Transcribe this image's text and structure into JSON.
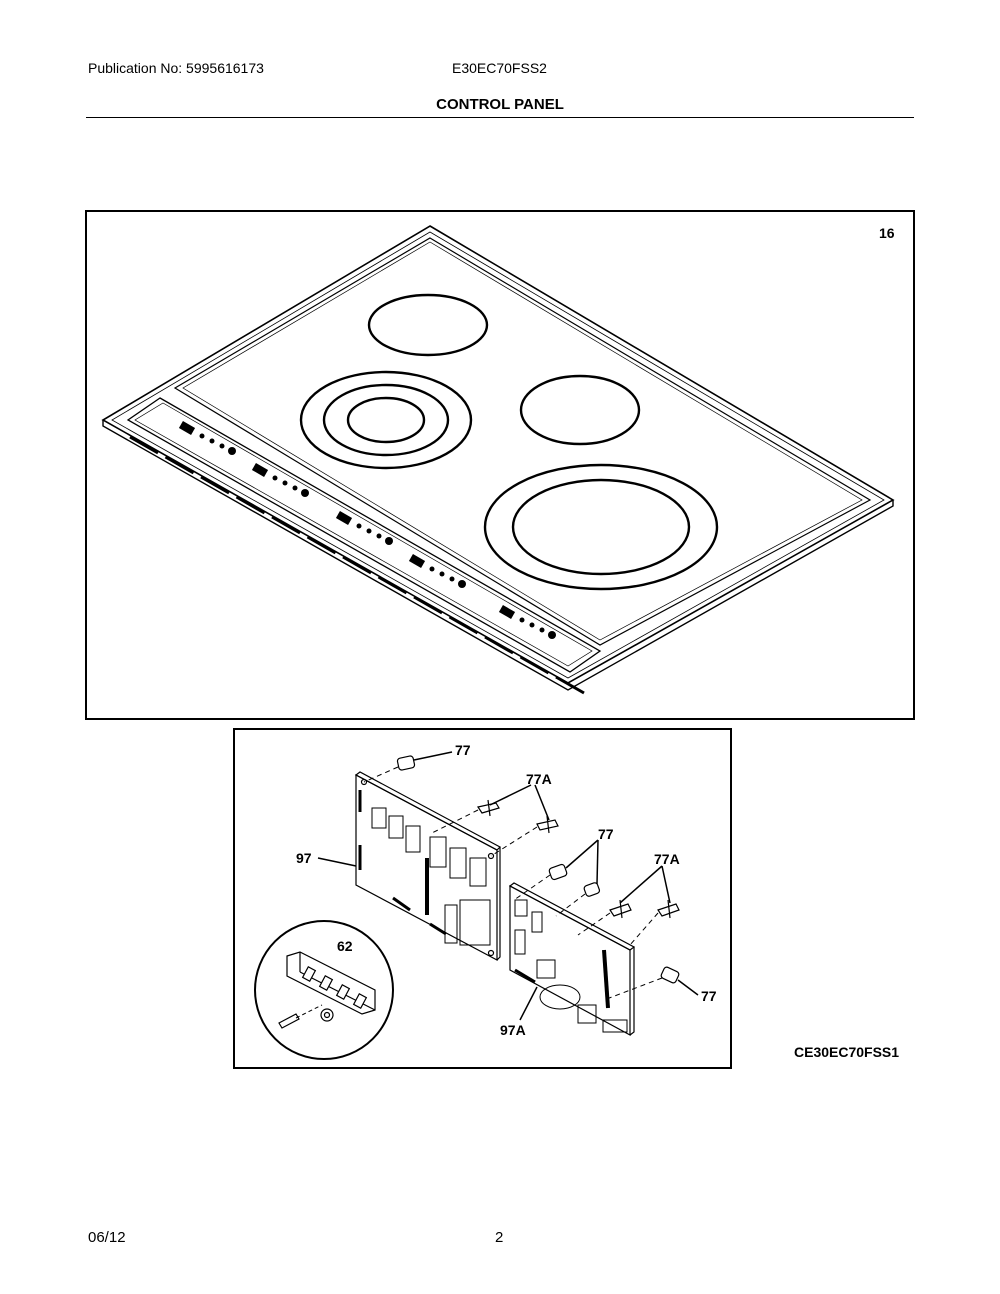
{
  "header": {
    "publication": "Publication No: 5995616173",
    "model": "E30EC70FSS2",
    "section_title": "CONTROL PANEL"
  },
  "callouts": {
    "cooktop_ref": "16",
    "standoff_top": "77",
    "clip_top": "77A",
    "standoff_mid": "77",
    "clip_mid": "77A",
    "standoff_bottom": "77",
    "main_board": "97",
    "interface_board": "97A",
    "terminal_block": "62"
  },
  "diagram_code": "CE30EC70FSS1",
  "footer": {
    "date": "06/12",
    "page": "2"
  }
}
